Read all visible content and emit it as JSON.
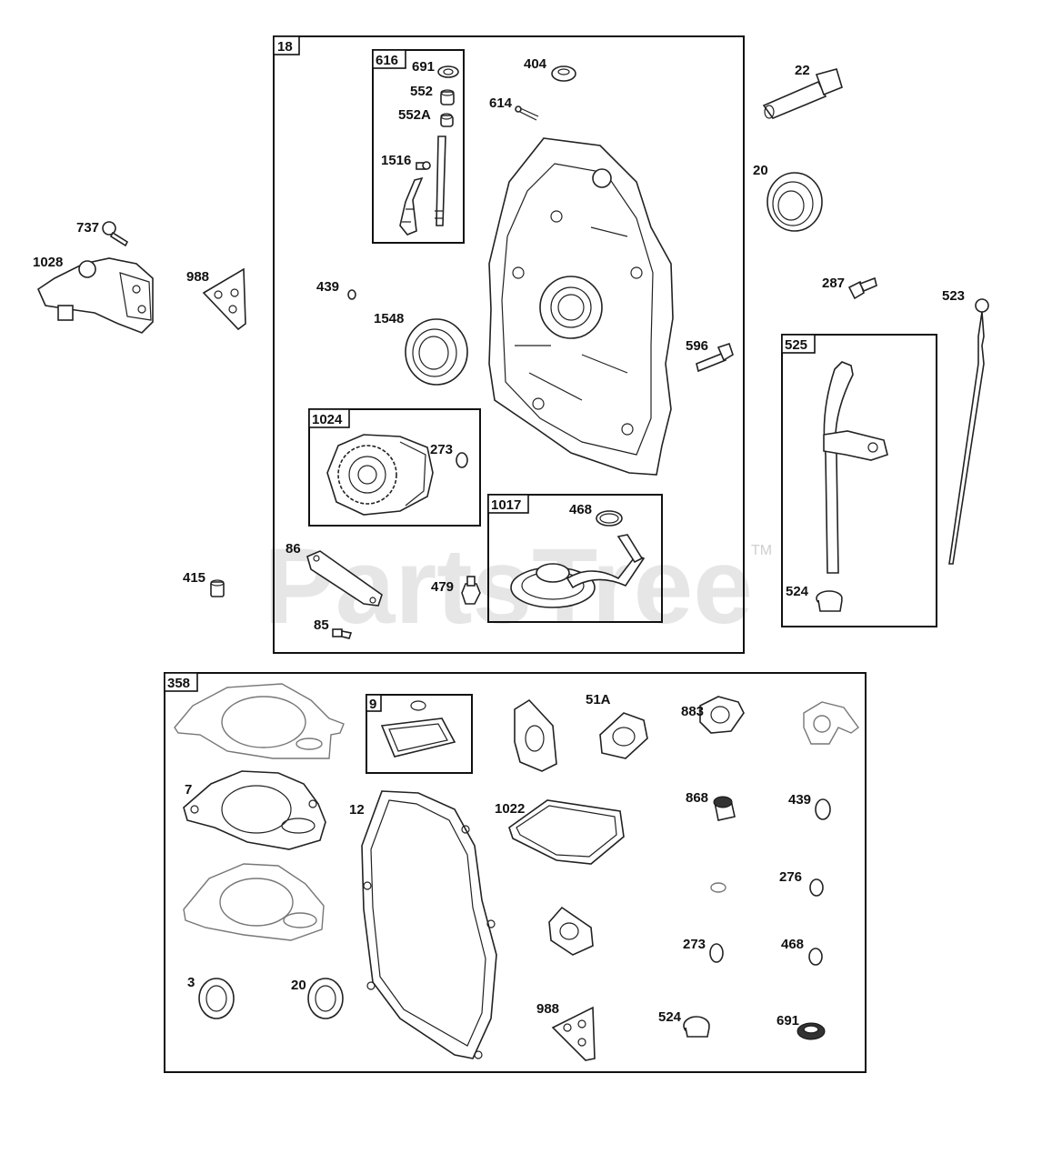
{
  "watermark": {
    "text": "PartsTree",
    "trademark": "TM"
  },
  "groups": [
    {
      "id": "g18",
      "label": "18"
    },
    {
      "id": "g616",
      "label": "616"
    },
    {
      "id": "g1024",
      "label": "1024"
    },
    {
      "id": "g1017",
      "label": "1017"
    },
    {
      "id": "g525",
      "label": "525"
    },
    {
      "id": "g358",
      "label": "358"
    },
    {
      "id": "g9",
      "label": "9"
    }
  ],
  "callouts": [
    {
      "text": "691"
    },
    {
      "text": "552"
    },
    {
      "text": "552A"
    },
    {
      "text": "1516"
    },
    {
      "text": "404"
    },
    {
      "text": "614"
    },
    {
      "text": "22"
    },
    {
      "text": "20"
    },
    {
      "text": "737"
    },
    {
      "text": "1028"
    },
    {
      "text": "988"
    },
    {
      "text": "439"
    },
    {
      "text": "1548"
    },
    {
      "text": "287"
    },
    {
      "text": "523"
    },
    {
      "text": "596"
    },
    {
      "text": "273"
    },
    {
      "text": "468"
    },
    {
      "text": "86"
    },
    {
      "text": "415"
    },
    {
      "text": "479"
    },
    {
      "text": "85"
    },
    {
      "text": "524"
    },
    {
      "text": "51A"
    },
    {
      "text": "883"
    },
    {
      "text": "7"
    },
    {
      "text": "12"
    },
    {
      "text": "1022"
    },
    {
      "text": "868"
    },
    {
      "text": "439"
    },
    {
      "text": "276"
    },
    {
      "text": "273"
    },
    {
      "text": "468"
    },
    {
      "text": "3"
    },
    {
      "text": "20"
    },
    {
      "text": "988"
    },
    {
      "text": "524"
    },
    {
      "text": "691"
    }
  ]
}
